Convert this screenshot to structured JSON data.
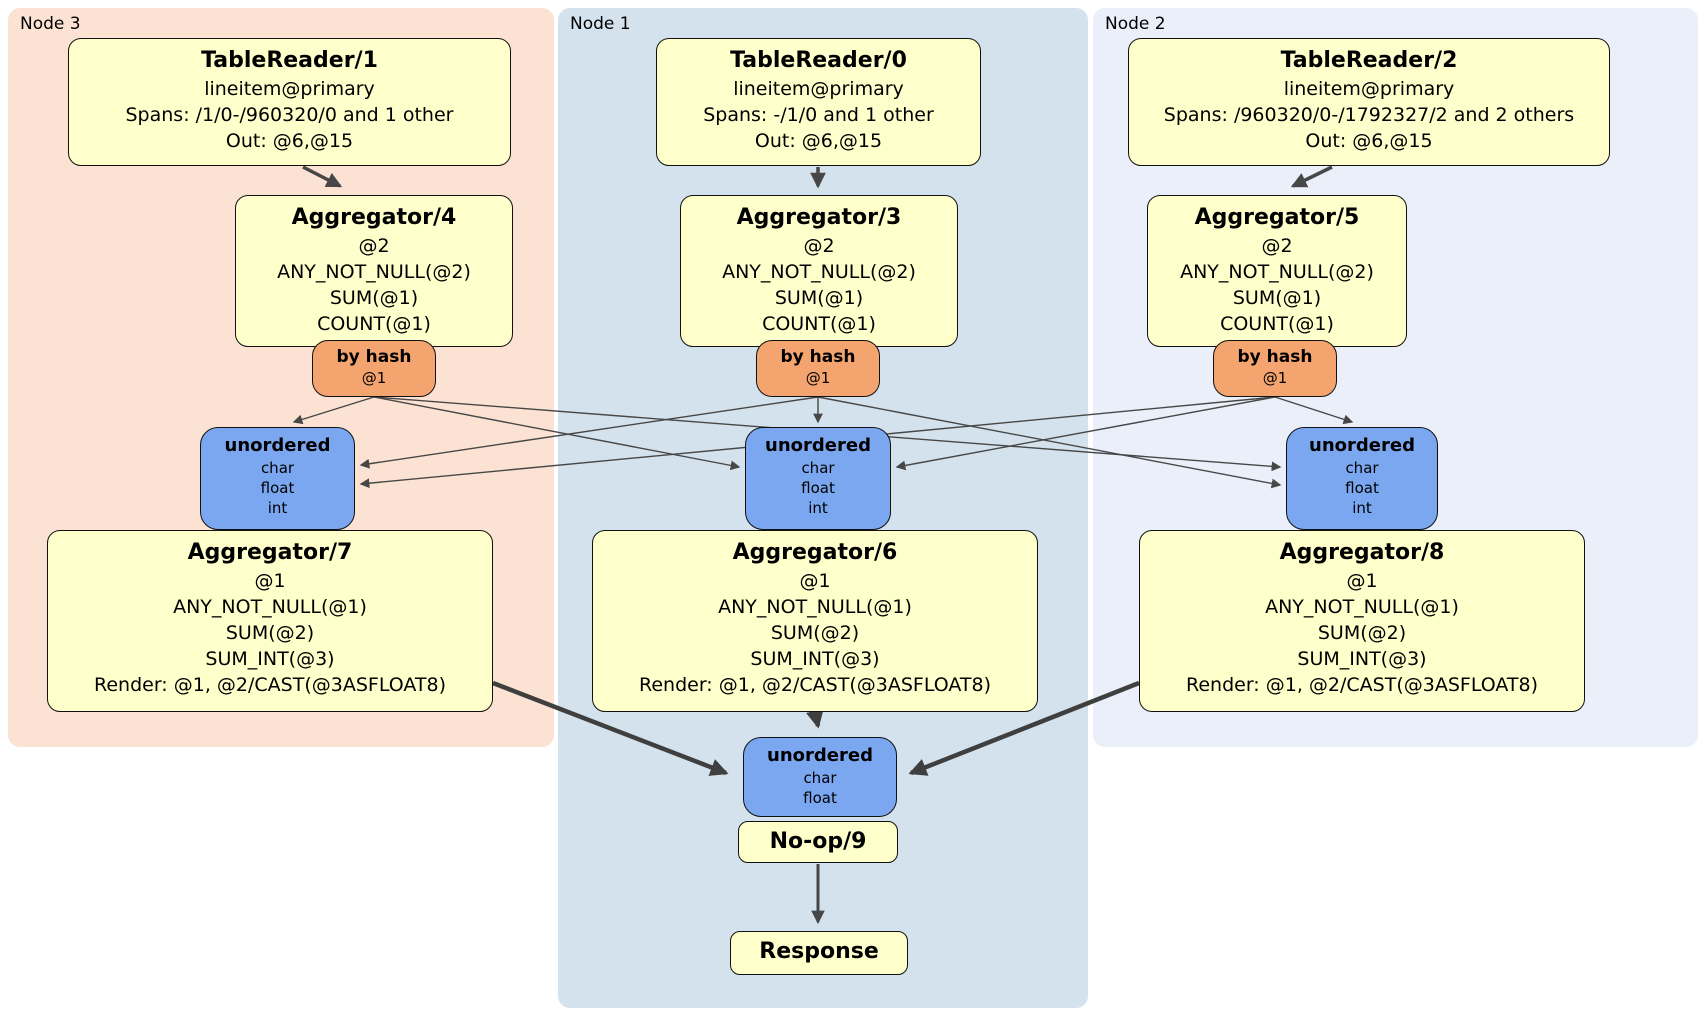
{
  "diagram": {
    "groups": [
      {
        "id": "node3",
        "label": "Node 3"
      },
      {
        "id": "node1",
        "label": "Node 1"
      },
      {
        "id": "node2",
        "label": "Node 2"
      }
    ],
    "processors": {
      "tr1": {
        "title": "TableReader/1",
        "lines": [
          "lineitem@primary",
          "Spans: /1/0-/960320/0 and 1 other",
          "Out: @6,@15"
        ]
      },
      "tr0": {
        "title": "TableReader/0",
        "lines": [
          "lineitem@primary",
          "Spans: -/1/0 and 1 other",
          "Out: @6,@15"
        ]
      },
      "tr2": {
        "title": "TableReader/2",
        "lines": [
          "lineitem@primary",
          "Spans: /960320/0-/1792327/2 and 2 others",
          "Out: @6,@15"
        ]
      },
      "agg4": {
        "title": "Aggregator/4",
        "lines": [
          "@2",
          "ANY_NOT_NULL(@2)",
          "SUM(@1)",
          "COUNT(@1)"
        ]
      },
      "agg3": {
        "title": "Aggregator/3",
        "lines": [
          "@2",
          "ANY_NOT_NULL(@2)",
          "SUM(@1)",
          "COUNT(@1)"
        ]
      },
      "agg5": {
        "title": "Aggregator/5",
        "lines": [
          "@2",
          "ANY_NOT_NULL(@2)",
          "SUM(@1)",
          "COUNT(@1)"
        ]
      },
      "agg7": {
        "title": "Aggregator/7",
        "lines": [
          "@1",
          "ANY_NOT_NULL(@1)",
          "SUM(@2)",
          "SUM_INT(@3)",
          "Render: @1, @2/CAST(@3ASFLOAT8)"
        ]
      },
      "agg6": {
        "title": "Aggregator/6",
        "lines": [
          "@1",
          "ANY_NOT_NULL(@1)",
          "SUM(@2)",
          "SUM_INT(@3)",
          "Render: @1, @2/CAST(@3ASFLOAT8)"
        ]
      },
      "agg8": {
        "title": "Aggregator/8",
        "lines": [
          "@1",
          "ANY_NOT_NULL(@1)",
          "SUM(@2)",
          "SUM_INT(@3)",
          "Render: @1, @2/CAST(@3ASFLOAT8)"
        ]
      },
      "noop9": {
        "title": "No-op/9"
      },
      "response": {
        "title": "Response"
      }
    },
    "routers": {
      "hash4": {
        "title": "by hash",
        "detail": "@1"
      },
      "hash3": {
        "title": "by hash",
        "detail": "@1"
      },
      "hash5": {
        "title": "by hash",
        "detail": "@1"
      }
    },
    "syncs": {
      "un1": {
        "title": "unordered",
        "items": [
          "char",
          "float",
          "int"
        ]
      },
      "un2": {
        "title": "unordered",
        "items": [
          "char",
          "float",
          "int"
        ]
      },
      "un3": {
        "title": "unordered",
        "items": [
          "char",
          "float",
          "int"
        ]
      },
      "unFinal": {
        "title": "unordered",
        "items": [
          "char",
          "float"
        ]
      }
    },
    "colors": {
      "group_node3_bg": "#fce2d3",
      "group_node1_bg": "#d3e2ec",
      "group_node2_bg": "#eaeffa",
      "processor_bg": "#ffffcc",
      "router_bg": "#f4a46e",
      "sync_bg": "#7aa7f0",
      "edge": "#474747"
    }
  }
}
